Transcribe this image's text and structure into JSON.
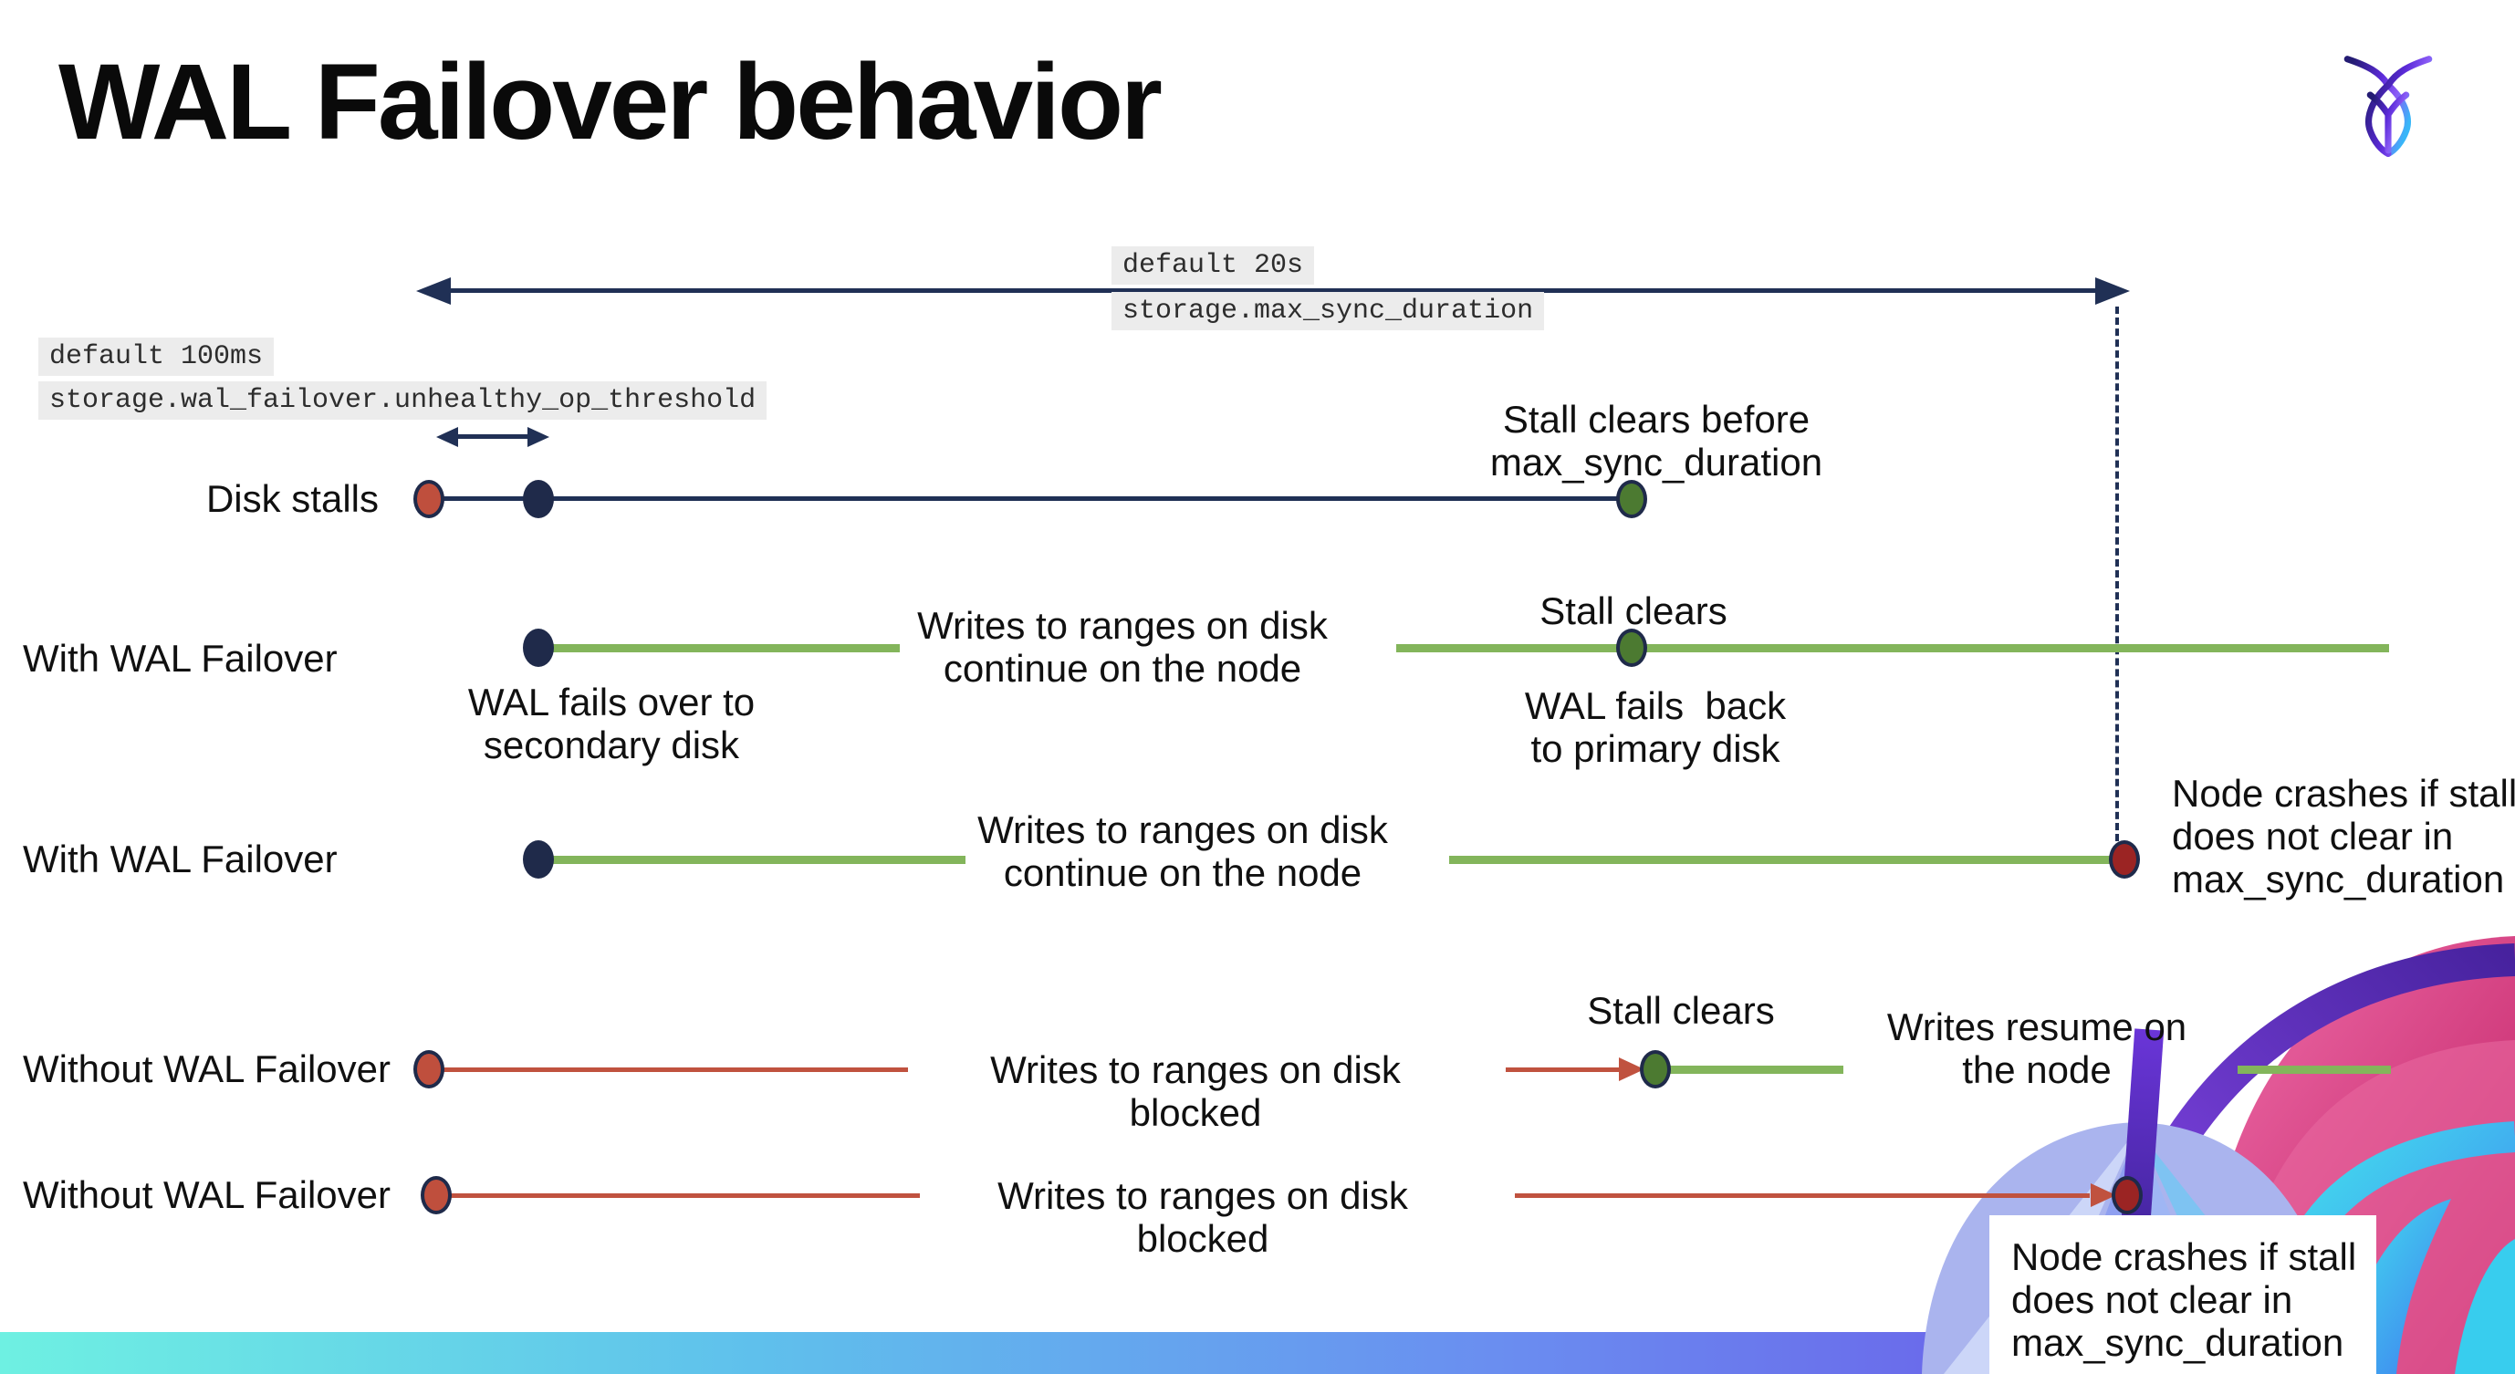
{
  "title": "WAL Failover behavior",
  "brand": {
    "logo_name": "cockroachdb-logo"
  },
  "config_labels": {
    "max_sync_default": "default 20s",
    "max_sync_setting": "storage.max_sync_duration",
    "threshold_default": "default 100ms",
    "threshold_setting": "storage.wal_failover.unhealthy_op_threshold"
  },
  "rows": {
    "disk_stalls": {
      "label": "Disk stalls",
      "stall_clears_before": "Stall clears before\nmax_sync_duration"
    },
    "with_failover_clears": {
      "label": "With WAL Failover",
      "writes_continue": "Writes to ranges on disk\ncontinue on the node",
      "stall_clears": "Stall clears",
      "fails_over": "WAL fails over to\nsecondary disk",
      "fails_back": "WAL fails  back\nto primary disk"
    },
    "with_failover_crash": {
      "label": "With WAL Failover",
      "writes_continue": "Writes to ranges on disk\ncontinue on the node",
      "node_crashes": "Node crashes if stall\ndoes not clear in\nmax_sync_duration"
    },
    "without_failover_clears": {
      "label": "Without WAL Failover",
      "writes_blocked": "Writes to ranges on disk  blocked",
      "stall_clears": "Stall clears",
      "writes_resume": "Writes resume on\nthe node"
    },
    "without_failover_crash": {
      "label": "Without WAL Failover",
      "writes_blocked": "Writes to ranges on disk  blocked",
      "node_crashes": "Node crashes if stall\ndoes not clear in\nmax_sync_duration"
    }
  },
  "colors": {
    "navy_line": "#203055",
    "navy_dot": "#1f2a4a",
    "green_line": "#83b55b",
    "green_dot": "#4c7a31",
    "red_line": "#c0523f",
    "red_dot": "#bf4f3d",
    "maroon_dot": "#9b2423",
    "code_label_bg": "#ececec",
    "footer_gradient": [
      "#6ef0e2",
      "#5fc0ec",
      "#6a8df0",
      "#7a4fe8"
    ],
    "logo_gradient": [
      "#241c73",
      "#5b2ad8",
      "#8b5cf6",
      "#38b6f8"
    ]
  }
}
